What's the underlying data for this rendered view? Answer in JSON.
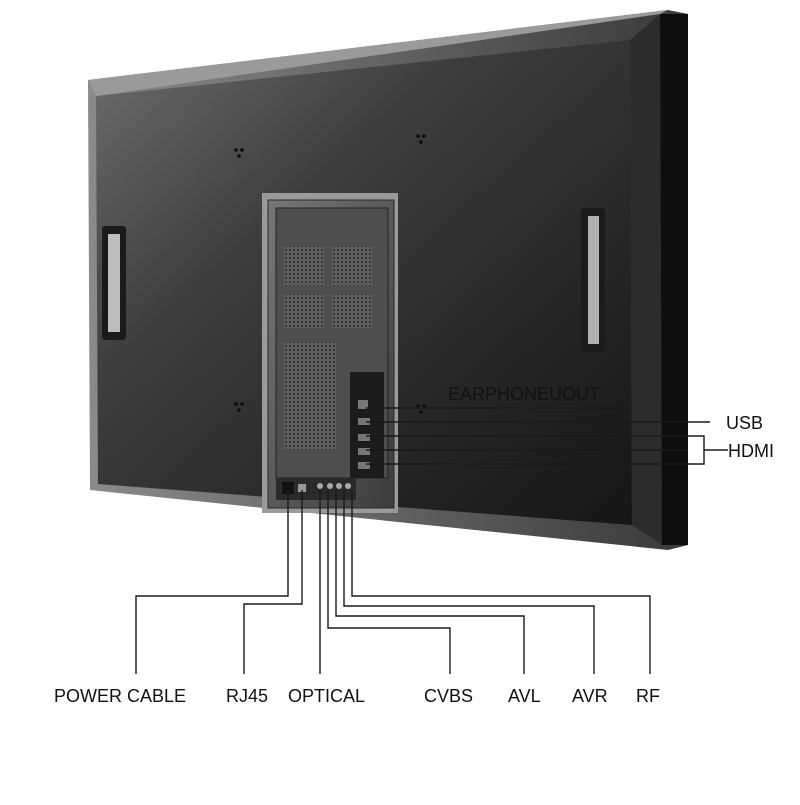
{
  "diagram": {
    "labels": {
      "earphone_out": "EARPHONEUOUT",
      "usb": "USB",
      "hdmi": "HDMI",
      "power_cable": "POWER CABLE",
      "rj45": "RJ45",
      "optical": "OPTICAL",
      "cvbs": "CVBS",
      "avl": "AVL",
      "avr": "AVR",
      "rf": "RF"
    },
    "colors": {
      "monitor_body": "#2a2a2a",
      "monitor_edge": "#101010",
      "panel": "#5a5a5a",
      "leader_line": "#1a1a1a",
      "text": "#111111"
    },
    "icons": [
      "handle-icon",
      "vent-grille-icon",
      "screw-hole-icon",
      "port-icon"
    ]
  }
}
